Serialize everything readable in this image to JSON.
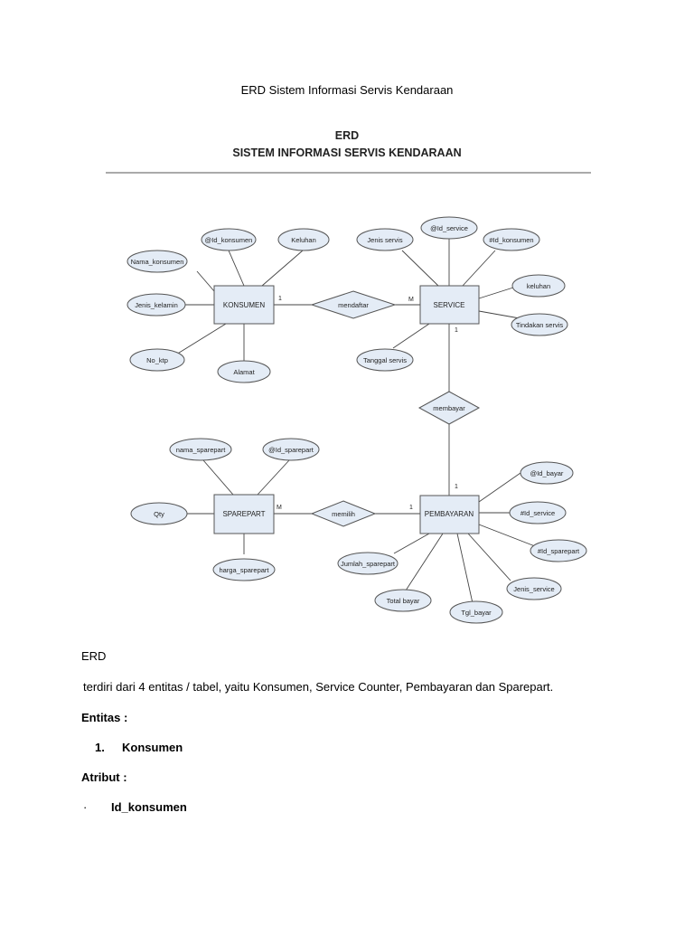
{
  "page": {
    "title": "ERD Sistem Informasi Servis Kendaraan"
  },
  "diagram": {
    "heading1": "ERD",
    "heading2": "SISTEM INFORMASI SERVIS KENDARAAN",
    "entities": {
      "konsumen": "KONSUMEN",
      "service": "SERVICE",
      "sparepart": "SPAREPART",
      "pembayaran": "PEMBAYARAN"
    },
    "relationships": {
      "mendaftar": "mendaftar",
      "membayar": "membayar",
      "memilih": "memilih"
    },
    "cardinality": {
      "konsumen_mendaftar": "1",
      "mendaftar_service": "M",
      "service_membayar": "1",
      "membayar_pembayaran": "1",
      "sparepart_memilih": "M",
      "memilih_pembayaran": "1"
    },
    "attributes": {
      "konsumen": {
        "id_konsumen": "@Id_konsumen",
        "keluhan": "Keluhan",
        "nama_konsumen": "Nama_konsumen",
        "jenis_kelamin": "Jenis_kelamin",
        "no_ktp": "No_ktp",
        "alamat": "Alamat"
      },
      "service": {
        "jenis_servis": "Jenis servis",
        "id_service": "@Id_service",
        "fk_konsumen": "#Id_konsumen",
        "keluhan": "keluhan",
        "tindakan_servis": "Tindakan servis",
        "tanggal_servis": "Tanggal servis"
      },
      "sparepart": {
        "nama_sparepart": "nama_sparepart",
        "id_sparepart": "@Id_sparepart",
        "qty": "Qty",
        "harga_sparepart": "harga_sparepart"
      },
      "pembayaran": {
        "id_bayar": "@Id_bayar",
        "fk_service": "#Id_service",
        "fk_sparepart": "#Id_sparepart",
        "jenis_service": "Jenis_service",
        "tgl_bayar": "Tgl_bayar",
        "total_bayar": "Total bayar",
        "jumlah_sparepart": "Jumlah_sparepart"
      }
    }
  },
  "body": {
    "erd_label": "ERD",
    "description": "terdiri dari 4 entitas / tabel, yaitu Konsumen, Service Counter, Pembayaran dan Sparepart.",
    "entitas_label": "Entitas :",
    "list_number": "1.",
    "list_item": "Konsumen",
    "atribut_label": "Atribut :",
    "bullet": "·",
    "bullet_item": "Id_konsumen"
  }
}
